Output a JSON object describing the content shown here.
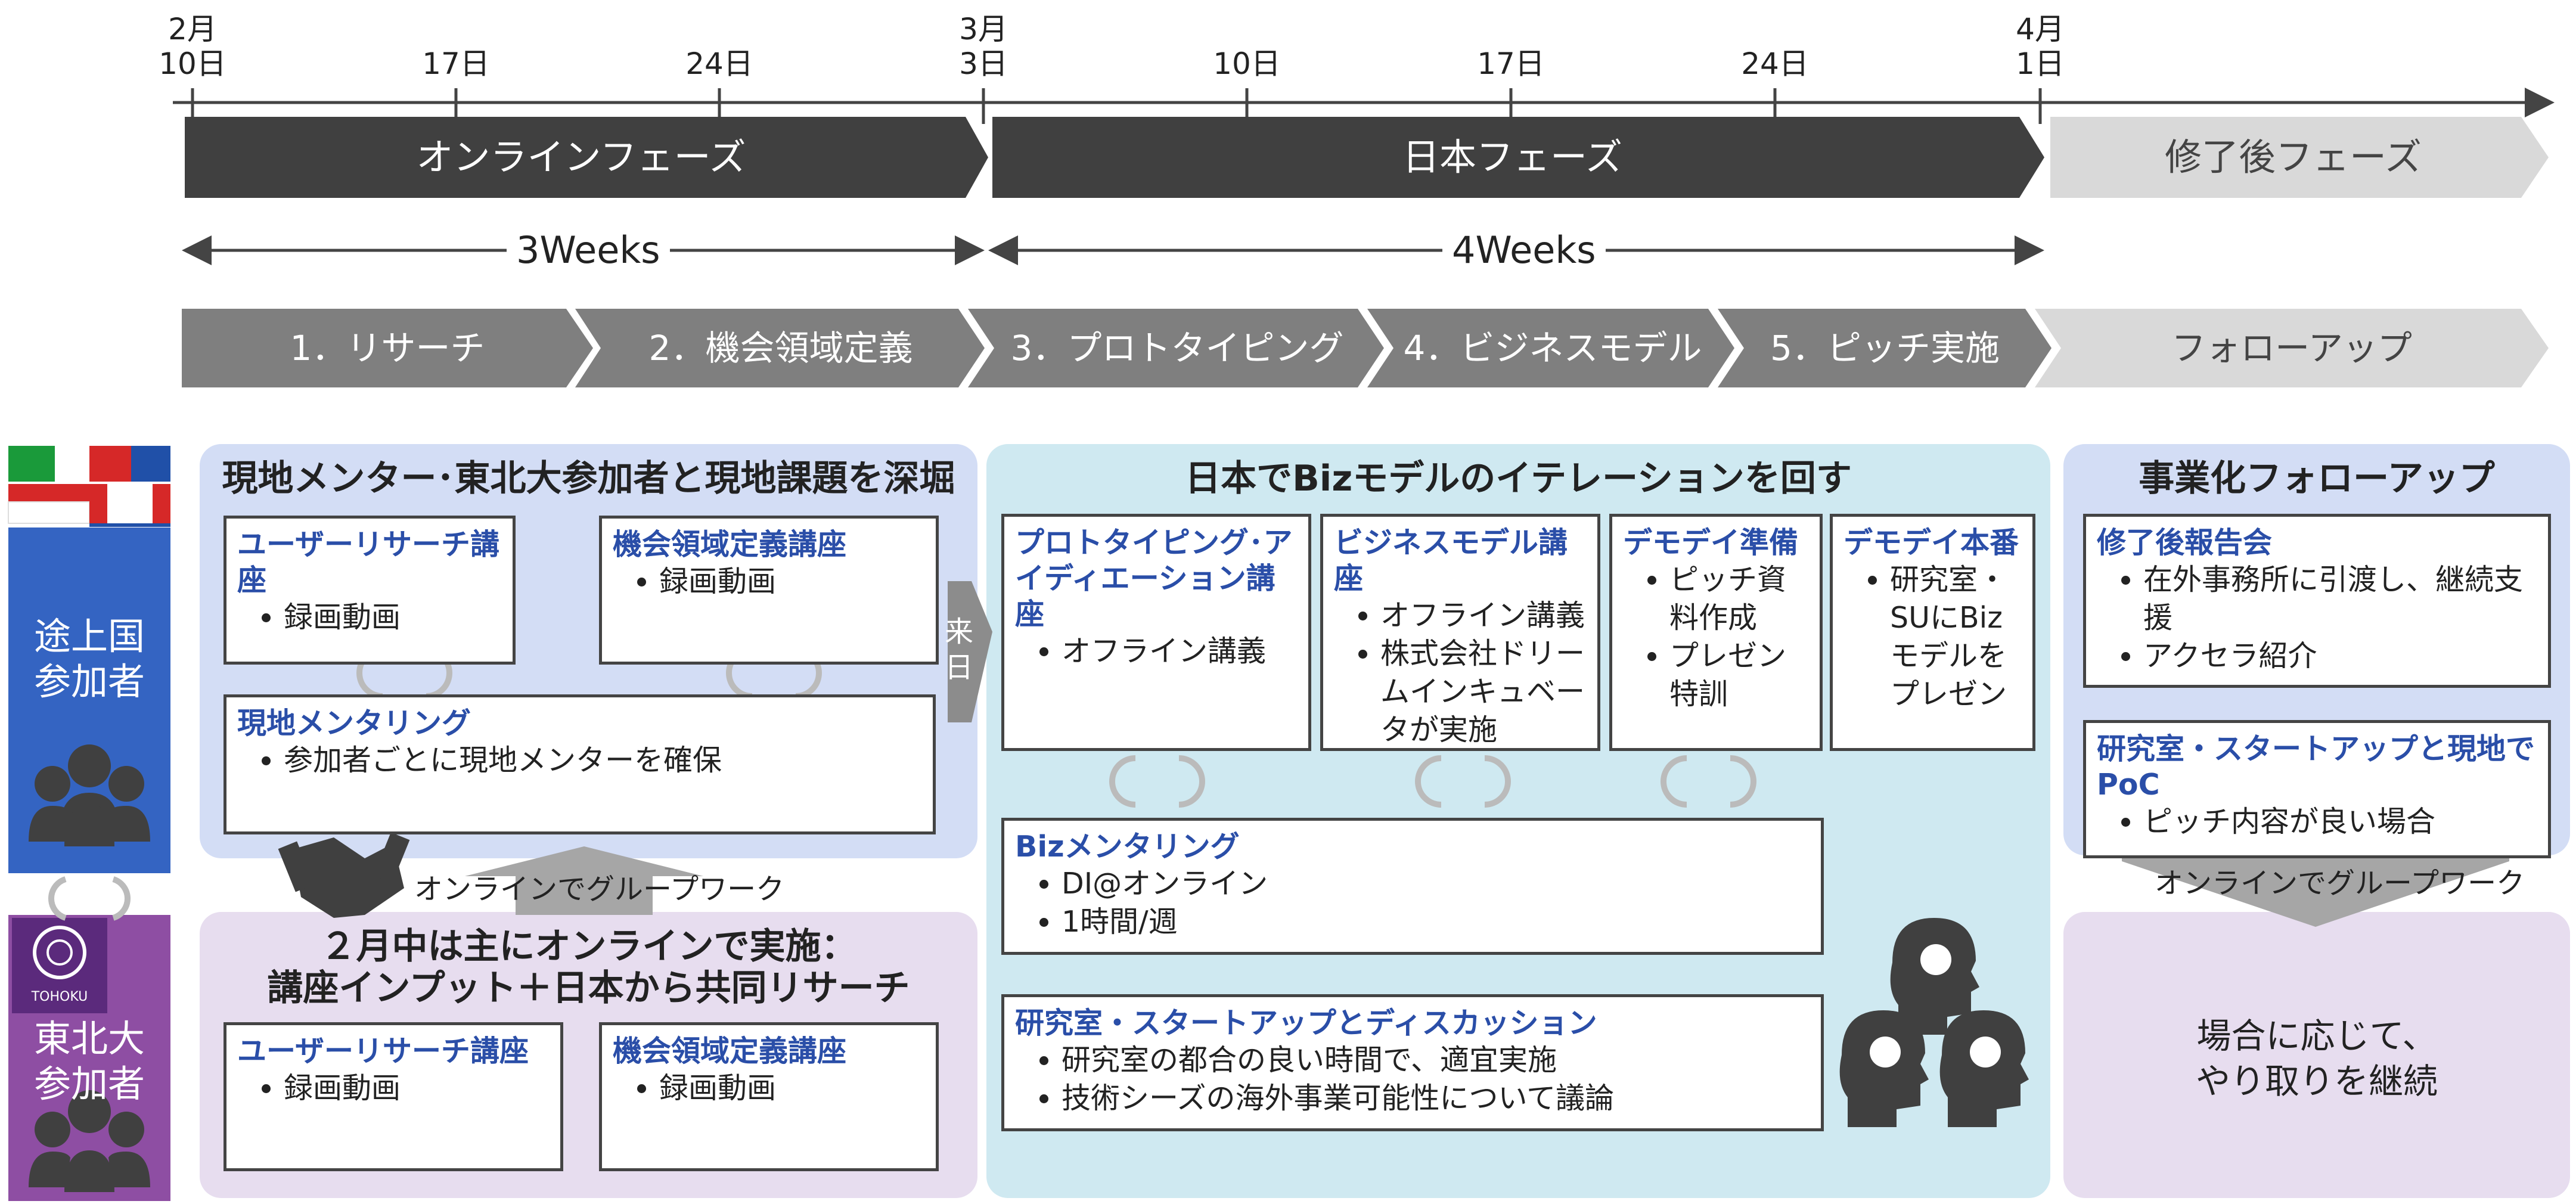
{
  "timeline": {
    "ticks": [
      {
        "label": "2月\n10日"
      },
      {
        "label": "17日"
      },
      {
        "label": "24日"
      },
      {
        "label": "3月\n3日"
      },
      {
        "label": "10日"
      },
      {
        "label": "17日"
      },
      {
        "label": "24日"
      },
      {
        "label": "4月\n1日"
      }
    ]
  },
  "phases": {
    "online": "オンラインフェーズ",
    "japan": "日本フェーズ",
    "after": "修了後フェーズ"
  },
  "weeks": {
    "online": "3Weeks",
    "japan": "4Weeks"
  },
  "steps": {
    "s1": "1．リサーチ",
    "s2": "2．機会領域定義",
    "s3": "3．プロトタイピング",
    "s4": "4．ビジネスモデル",
    "s5": "5．ピッチ実施",
    "s6": "フォローアップ"
  },
  "participants": {
    "developing": "途上国\n参加者",
    "tohoku": "東北大\n参加者",
    "tohoku_logo_text": "TOHOKU"
  },
  "zone_local": {
    "title": "現地メンター･東北大参加者と現地課題を深堀",
    "card_user_research": {
      "title": "ユーザーリサーチ講座",
      "items": [
        "録画動画"
      ]
    },
    "card_opportunity": {
      "title": "機会領域定義講座",
      "items": [
        "録画動画"
      ]
    },
    "card_mentoring": {
      "title": "現地メンタリング",
      "items": [
        "参加者ごとに現地メンターを確保"
      ]
    }
  },
  "online_groupwork_left": "オンラインでグループワーク",
  "zone_tohoku": {
    "title_line1": "２月中は主にオンラインで実施：",
    "title_line2": "講座インプット＋日本から共同リサーチ",
    "card_user_research": {
      "title": "ユーザーリサーチ講座",
      "items": [
        "録画動画"
      ]
    },
    "card_opportunity": {
      "title": "機会領域定義講座",
      "items": [
        "録画動画"
      ]
    }
  },
  "arrival_label": "来\n日",
  "zone_japan": {
    "title": "日本でBizモデルのイテレーションを回す",
    "card_proto": {
      "title": "プロトタイピング･アイディエーション講座",
      "items": [
        "オフライン講義"
      ]
    },
    "card_bizmodel": {
      "title": "ビジネスモデル講座",
      "items": [
        "オフライン講義",
        "株式会社ドリームインキュベータが実施"
      ]
    },
    "card_demoday_prep": {
      "title": "デモデイ準備",
      "items": [
        "ピッチ資料作成",
        "プレゼン特訓"
      ]
    },
    "card_demoday": {
      "title": "デモデイ本番",
      "items": [
        "研究室・SUにBizモデルをプレゼン"
      ]
    },
    "card_biz_mentoring": {
      "title": "Bizメンタリング",
      "items": [
        "DI@オンライン",
        "1時間/週"
      ]
    },
    "card_discussion": {
      "title": "研究室・スタートアップとディスカッション",
      "items": [
        "研究室の都合の良い時間で、適宜実施",
        "技術シーズの海外事業可能性について議論"
      ]
    }
  },
  "zone_follow": {
    "title": "事業化フォローアップ",
    "card_report": {
      "title": "修了後報告会",
      "items": [
        "在外事務所に引渡し、継続支援",
        "アクセラ紹介"
      ]
    },
    "card_poc": {
      "title": "研究室・スタートアップと現地でPoC",
      "items": [
        "ピッチ内容が良い場合"
      ]
    }
  },
  "online_groupwork_right": "オンラインでグループワーク",
  "follow_note": "場合に応じて、\nやり取りを継続",
  "colors": {
    "dark_phase": "#404040",
    "light_phase": "#d9d9d9",
    "step_gray": "#7f7f7f",
    "accent_blue": "#2a4ea8",
    "zone_blue": "#d3ddf5",
    "zone_purple": "#e7ddef",
    "zone_cyan": "#cfe9f1",
    "side_blue": "#3464c2",
    "side_purple": "#8e4ea3"
  }
}
